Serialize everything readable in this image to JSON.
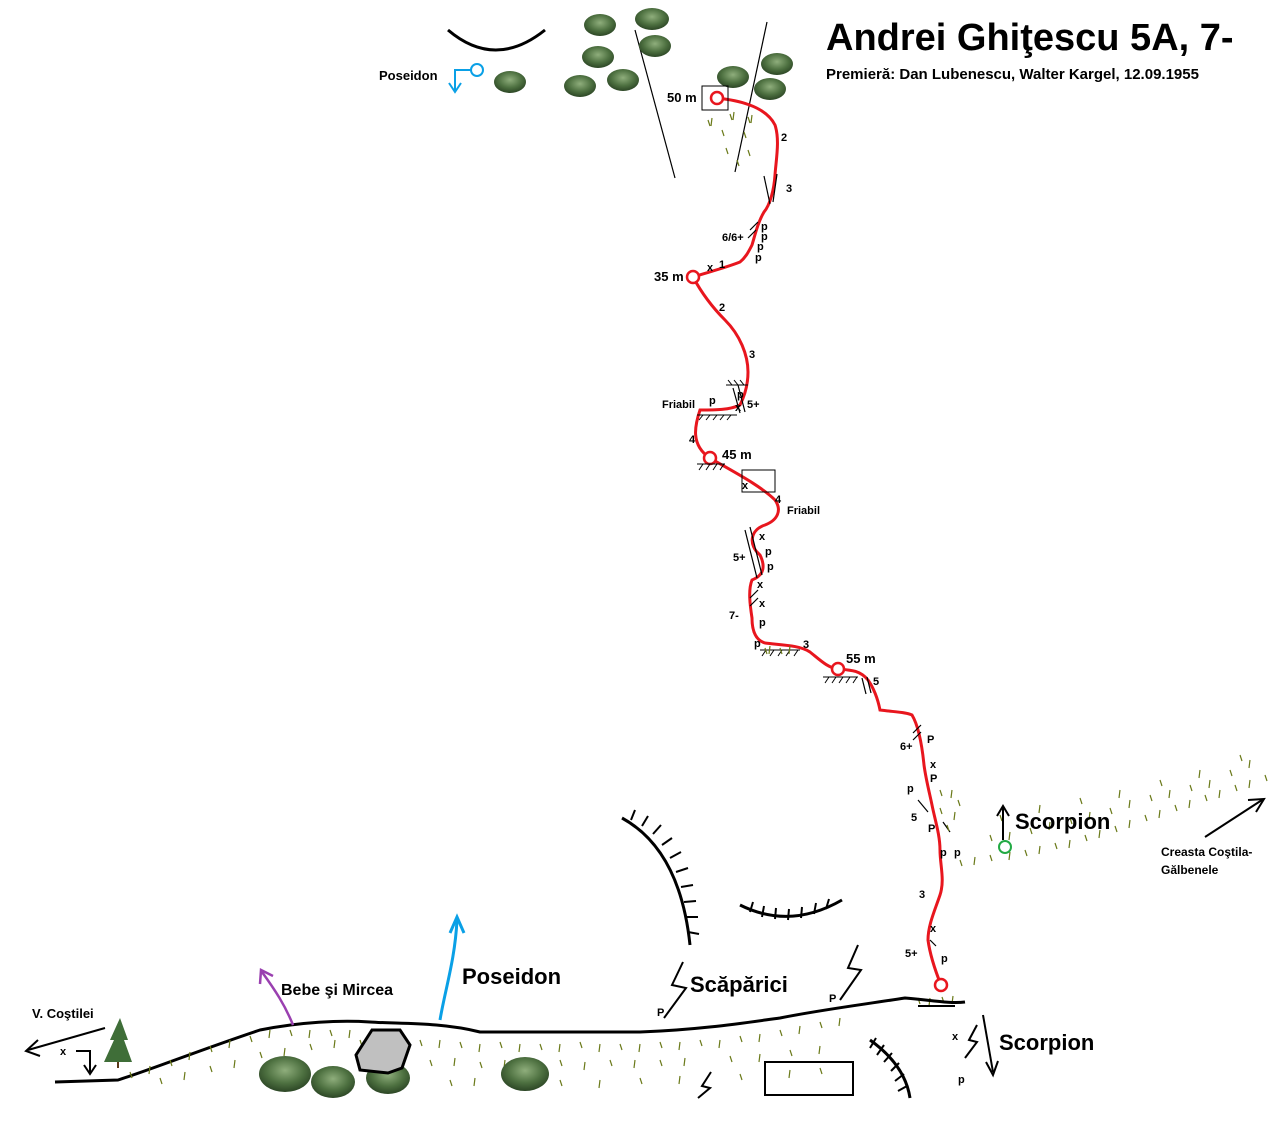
{
  "header": {
    "title": "Andrei Ghiţescu 5A, 7-",
    "first_ascent": "Premieră: Dan Lubenescu, Walter Kargel, 12.09.1955"
  },
  "belays": {
    "b1": "50 m",
    "b2": "35 m",
    "b3": "45 m",
    "b4": "55 m"
  },
  "routes": {
    "poseidon_top": "Poseidon",
    "poseidon": "Poseidon",
    "bebe_mircea": "Bebe şi Mircea",
    "scaparici": "Scăpărici",
    "scorpion_right": "Scorpion",
    "scorpion_bottom": "Scorpion",
    "creasta_1": "Creasta Coştila-",
    "creasta_2": "Gălbenele",
    "valea": "V. Coştilei"
  },
  "notes": {
    "friabil_1": "Friabil",
    "friabil_2": "Friabil"
  },
  "grades": {
    "g_p1_a": "2",
    "g_p1_b": "3",
    "g_p1_c": "6/6+",
    "g_p1_d": "1",
    "g_p2_a": "2",
    "g_p2_b": "3",
    "g_p2_c": "5+",
    "g_p2_d": "4",
    "g_p3_a": "4",
    "g_p3_b": "5+",
    "g_p3_c": "7-",
    "g_p3_d": "3",
    "g_p4_a": "5",
    "g_p4_b": "6+",
    "g_p4_c": "5",
    "g_p4_d": "3",
    "g_p4_e": "5+"
  },
  "colors": {
    "route": "#e8161e",
    "poseidon": "#0aa0e6",
    "bebe": "#9a40b0",
    "scorpion_belay": "#22aa44",
    "grass": "#6b7a1a",
    "bush": "#3b5a2c",
    "rock": "#c0c0c0"
  }
}
